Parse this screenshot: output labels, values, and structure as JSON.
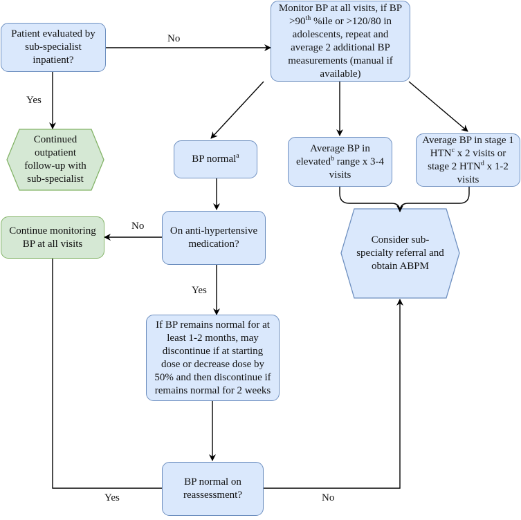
{
  "nodes": {
    "inpatient_eval": "Patient evaluated by sub-specialist inpatient?",
    "monitor_bp": {
      "p1": "Monitor BP at all visits, if BP >90",
      "sup1": "th",
      "p2": " %ile or >120/80 in adolescents, repeat and average 2 additional BP measurements (manual if available)"
    },
    "continued_followup": "Continued outpatient follow-up with sub-specialist",
    "bp_normal": {
      "p1": "BP normal",
      "sup1": "a"
    },
    "avg_elevated": {
      "p1": "Average BP in elevated",
      "sup1": "b",
      "p2": " range x 3-4 visits"
    },
    "avg_stage": {
      "p1": "Average BP in stage 1 HTN",
      "sup1": "c",
      "p2": " x 2 visits or stage 2 HTN",
      "sup2": "d",
      "p3": " x 1-2 visits"
    },
    "continue_monitoring": "Continue monitoring BP at all visits",
    "on_medication": "On anti-hypertensive medication?",
    "consider_referral": "Consider sub-specialty referral and  obtain ABPM",
    "discontinue": "If BP remains normal for at least 1-2 months, may discontinue if at starting dose or decrease dose by 50% and then discontinue if remains normal for 2 weeks",
    "reassessment": "BP normal on reassessment?"
  },
  "edge_labels": {
    "no_top": "No",
    "yes_left": "Yes",
    "no_med": "No",
    "yes_med": "Yes",
    "yes_bottom": "Yes",
    "no_bottom": "No"
  },
  "colors": {
    "blue_fill": "#dae8fc",
    "blue_stroke": "#6c8ebf",
    "green_fill": "#d5e8d4",
    "green_stroke": "#82b366",
    "edge": "#000000"
  }
}
